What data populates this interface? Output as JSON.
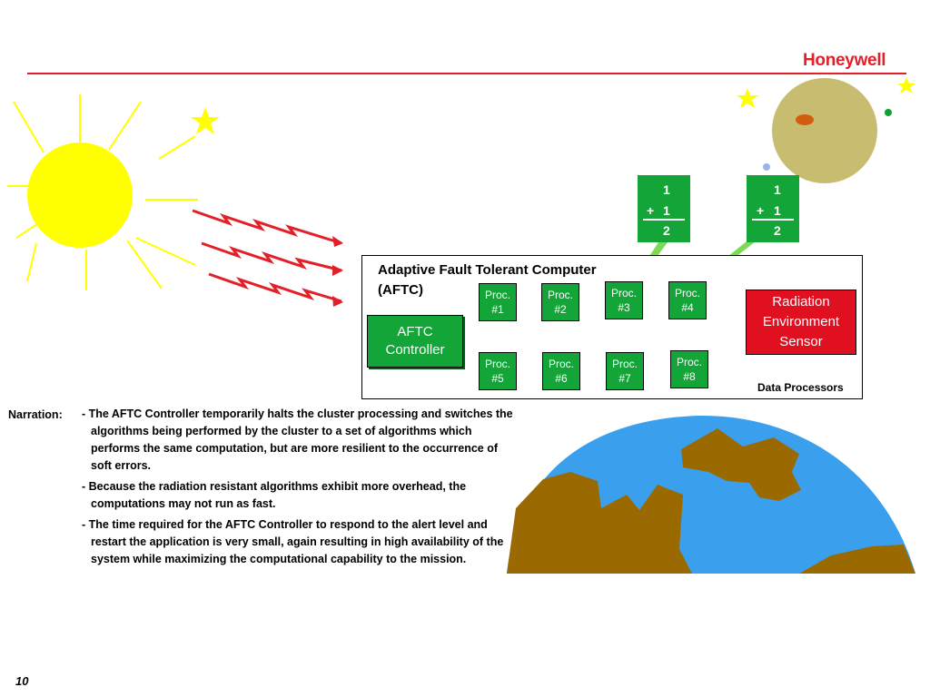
{
  "header": {
    "brand": "Honeywell"
  },
  "diagram": {
    "title_line1": "Adaptive Fault Tolerant Computer",
    "title_line2": "(AFTC)",
    "controller_line1": "AFTC",
    "controller_line2": "Controller",
    "processors": [
      {
        "line1": "Proc.",
        "line2": "#1"
      },
      {
        "line1": "Proc.",
        "line2": "#2"
      },
      {
        "line1": "Proc.",
        "line2": "#3"
      },
      {
        "line1": "Proc.",
        "line2": "#4"
      },
      {
        "line1": "Proc.",
        "line2": "#5"
      },
      {
        "line1": "Proc.",
        "line2": "#6"
      },
      {
        "line1": "Proc.",
        "line2": "#7"
      },
      {
        "line1": "Proc.",
        "line2": "#8"
      }
    ],
    "sensor_line1": "Radiation",
    "sensor_line2": "Environment",
    "sensor_line3": "Sensor",
    "data_processors_label": "Data Processors",
    "sums": [
      {
        "top": "1",
        "plus": "+",
        "mid": "1",
        "result": "2"
      },
      {
        "top": "1",
        "plus": "+",
        "mid": "1",
        "result": "2"
      }
    ]
  },
  "narration": {
    "heading": "Narration:",
    "paragraphs": [
      "- The AFTC Controller temporarily halts the cluster processing and switches the algorithms being performed by the cluster to a set of algorithms which performs the same computation, but are more resilient to the occurrence of soft errors.",
      "- Because the radiation resistant algorithms exhibit more overhead, the computations may not run as fast.",
      "- The time required for the AFTC Controller to respond to the alert level and restart the application is very small, again resulting in high availability of the system while maximizing the computational capability to the mission."
    ]
  },
  "footer": {
    "page_number": "10"
  },
  "colors": {
    "brand_red": "#e2202a",
    "processor_green": "#13a538",
    "sensor_red": "#e01020",
    "sun_yellow": "#ffff00",
    "ocean_blue": "#3aa0ee",
    "land_brown": "#9a6a00",
    "moon_tan": "#c8bc70"
  }
}
